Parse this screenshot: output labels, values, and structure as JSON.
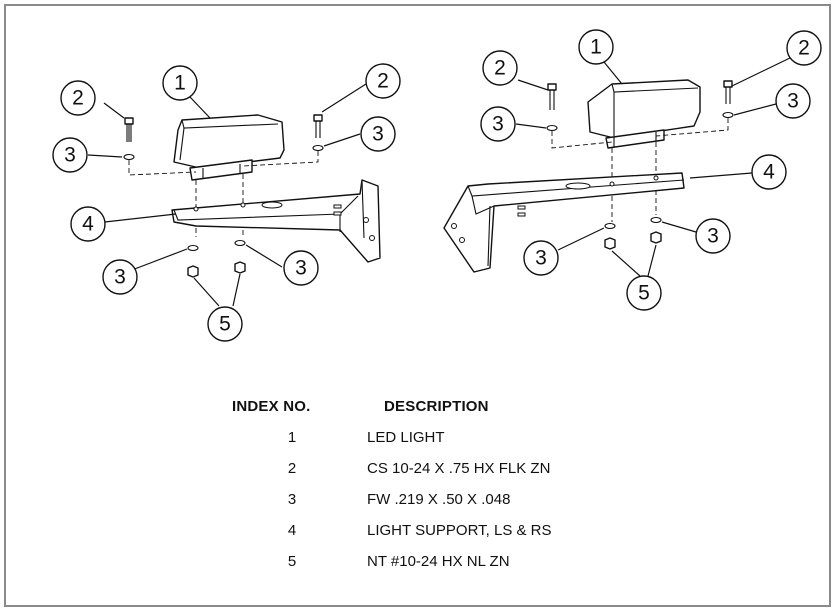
{
  "callouts": {
    "left": {
      "c1": "1",
      "c2a": "2",
      "c2b": "2",
      "c3a": "3",
      "c3b": "3",
      "c4": "4",
      "c3c": "3",
      "c3d": "3",
      "c5": "5"
    },
    "right": {
      "c1": "1",
      "c2a": "2",
      "c2b": "2",
      "c3a": "3",
      "c3b": "3",
      "c4": "4",
      "c3c": "3",
      "c3d": "3",
      "c5": "5"
    }
  },
  "legend": {
    "header_index": "INDEX NO.",
    "header_description": "DESCRIPTION",
    "rows": [
      {
        "index": "1",
        "description": "LED LIGHT"
      },
      {
        "index": "2",
        "description": "CS 10-24 X .75 HX FLK ZN"
      },
      {
        "index": "3",
        "description": "FW .219 X .50 X .048"
      },
      {
        "index": "4",
        "description": "LIGHT SUPPORT, LS & RS"
      },
      {
        "index": "5",
        "description": "NT #10-24 HX NL ZN"
      }
    ]
  }
}
